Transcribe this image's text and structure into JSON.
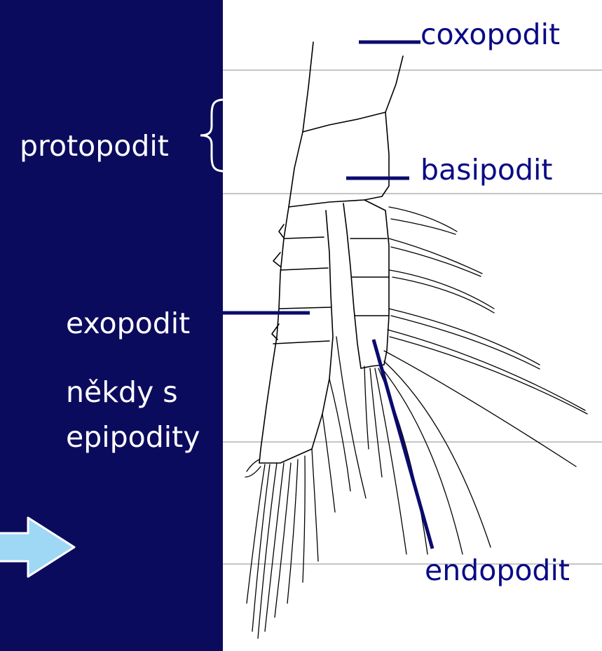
{
  "labels": {
    "protopodit": "protopodit",
    "coxopodit": "coxopodit",
    "basipodit": "basipodit",
    "exopodit": "exopodit",
    "nekdy_s": "někdy s",
    "epipodity": "epipodity",
    "endopodit": "endopodit"
  },
  "colors": {
    "background": "#0b0b5e",
    "panel": "#ffffff",
    "label_text_dark": "#ffffff",
    "label_text_light": "#0a0a86",
    "leader_line": "#0a0a6e",
    "arrow_fill": "#9fd8f5"
  },
  "icons": {
    "brace": "curly-brace",
    "arrow": "right-arrow-icon"
  }
}
